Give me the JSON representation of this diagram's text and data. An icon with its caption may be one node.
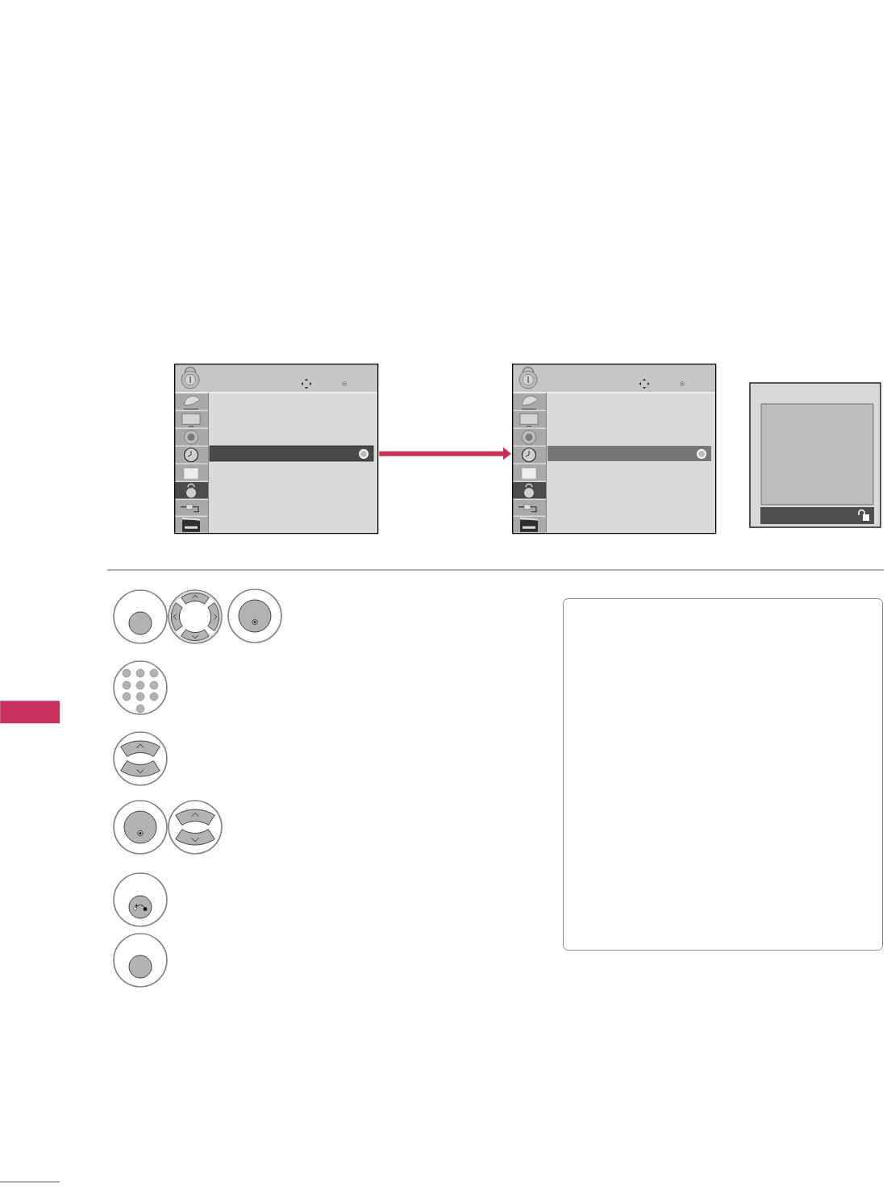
{
  "diagram": {
    "nodes": [
      {
        "text": [],
        "shape": "picture"
      },
      {
        "text": [],
        "shape": "picture"
      },
      {
        "text": [],
        "shape": "picture"
      },
      {
        "text": [],
        "shape": "box"
      },
      {
        "text": [],
        "shape": "bar"
      }
    ],
    "edges": [
      {
        "from": 0,
        "to": 1,
        "arrow": "to"
      }
    ]
  }
}
